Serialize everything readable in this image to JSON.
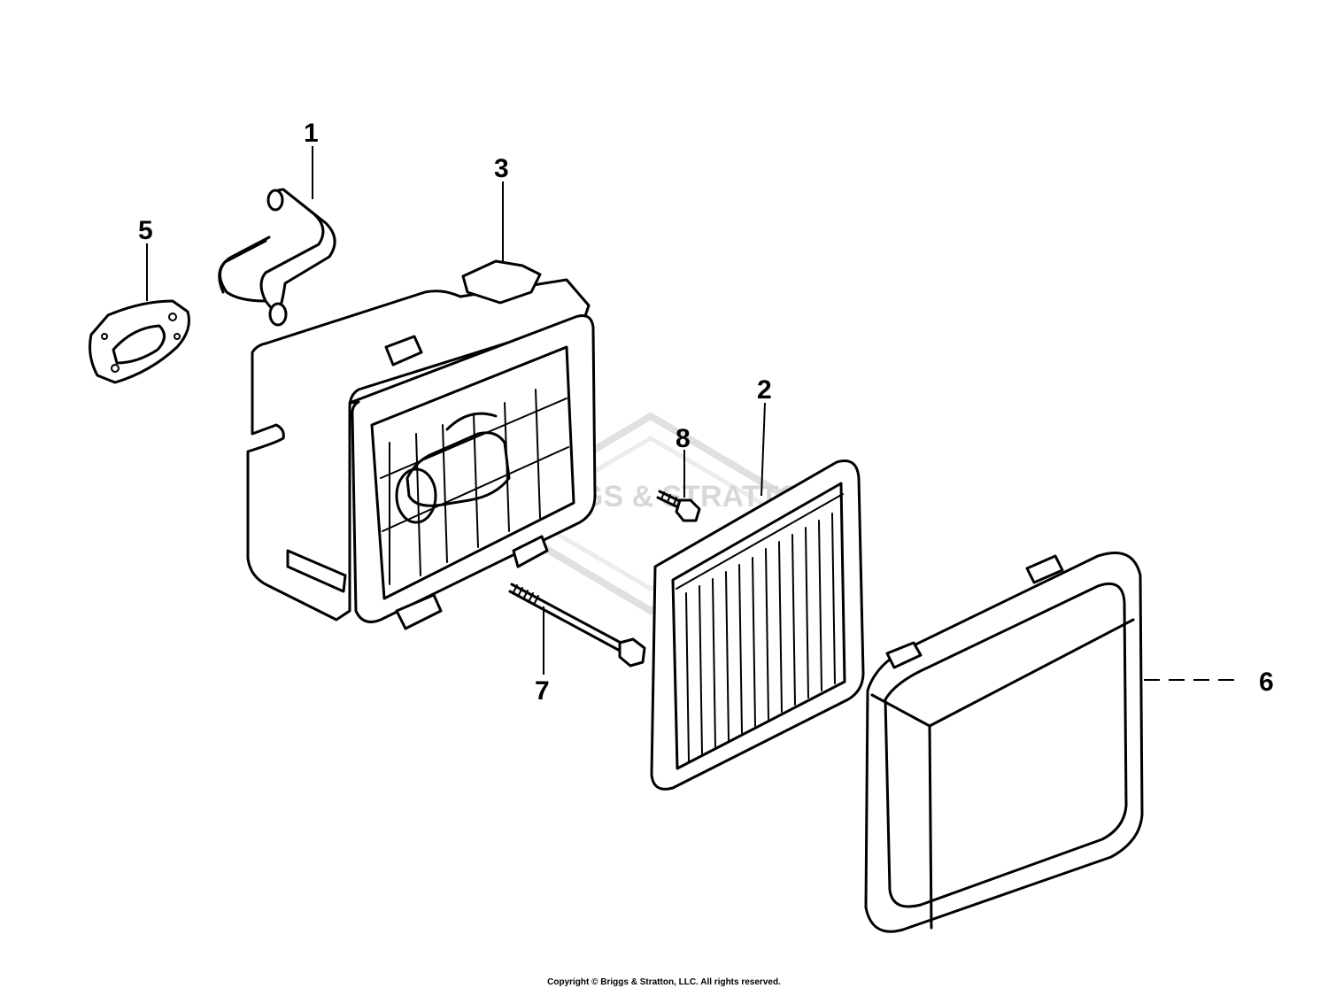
{
  "watermark": {
    "text": "BRIGGS & STRATTON",
    "color": "#d8d8d8"
  },
  "callouts": {
    "part_1": "1",
    "part_2": "2",
    "part_3": "3",
    "part_5": "5",
    "part_6": "6",
    "part_7": "7",
    "part_8": "8"
  },
  "footer": {
    "copyright": "Copyright © Briggs & Stratton, LLC. All rights reserved."
  }
}
